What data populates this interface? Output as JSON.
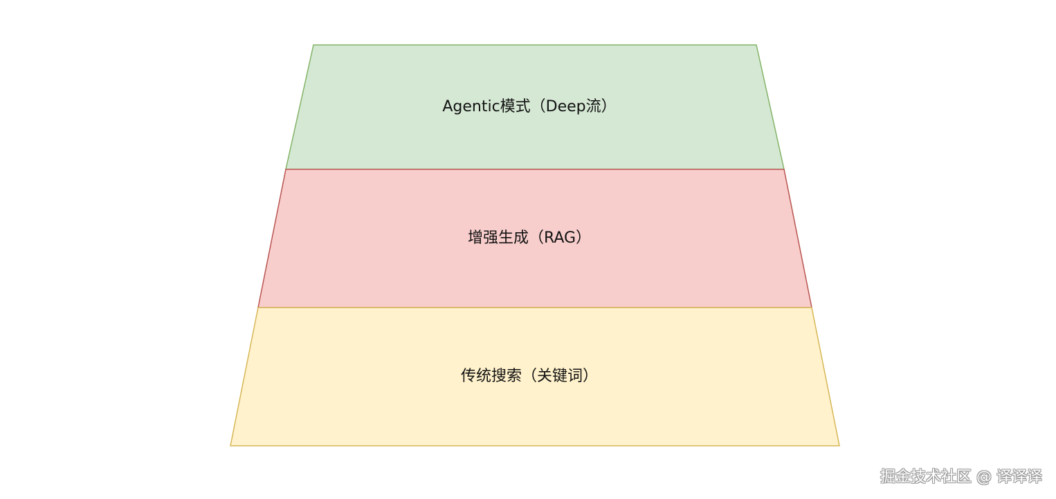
{
  "layers": [
    {
      "id": "top",
      "label": "Agentic模式（Deep流）",
      "fill": "#d5e8d4",
      "stroke": "#82b366"
    },
    {
      "id": "middle",
      "label": "增强生成（RAG）",
      "fill": "#f8cecc",
      "stroke": "#b85450"
    },
    {
      "id": "bottom",
      "label": "传统搜索（关键词）",
      "fill": "#fff2cc",
      "stroke": "#d6b656"
    }
  ],
  "watermark": "掘金技术社区 @ 译译译"
}
